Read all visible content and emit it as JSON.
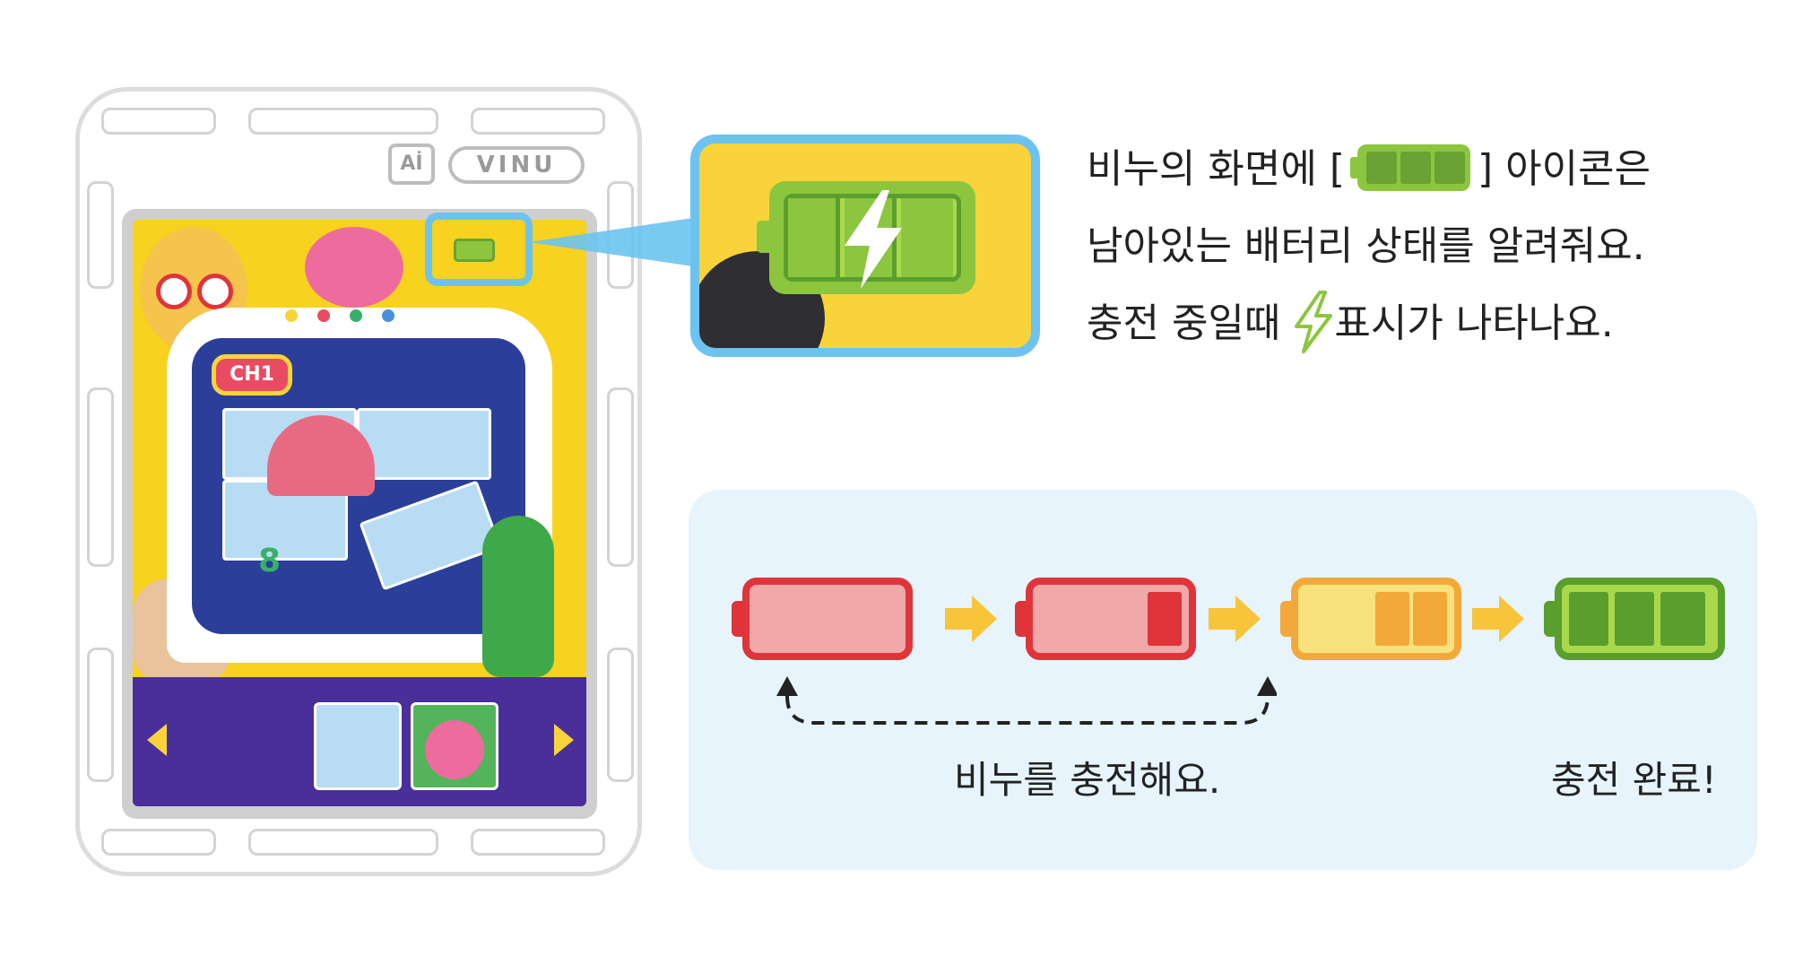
{
  "device": {
    "logo_ai": "Aİ",
    "logo_brand": "VINU",
    "channel_badge": "CH1",
    "screen_number": "8"
  },
  "description": {
    "line1_before": "비누의 화면에 [",
    "line1_after": "] 아이콘은",
    "line2": "남아있는 배터리 상태를 알려줘요.",
    "line3_before": "충전 중일때",
    "line3_after": "표시가 나타나요."
  },
  "stages": {
    "levels": [
      {
        "level": 0,
        "cells": 0,
        "color": "red"
      },
      {
        "level": 1,
        "cells": 1,
        "color": "red"
      },
      {
        "level": 2,
        "cells": 2,
        "color": "orange"
      },
      {
        "level": 3,
        "cells": 3,
        "color": "green"
      }
    ],
    "charging_label": "비누를 충전해요.",
    "complete_label": "충전 완료!"
  },
  "colors": {
    "accent_blue": "#6cc3ef",
    "battery_green": "#8cc63f",
    "battery_red": "#e0343b",
    "battery_orange": "#f3a93a",
    "panel_bg": "#e7f4fc",
    "arrow_yellow": "#f8c53a"
  }
}
